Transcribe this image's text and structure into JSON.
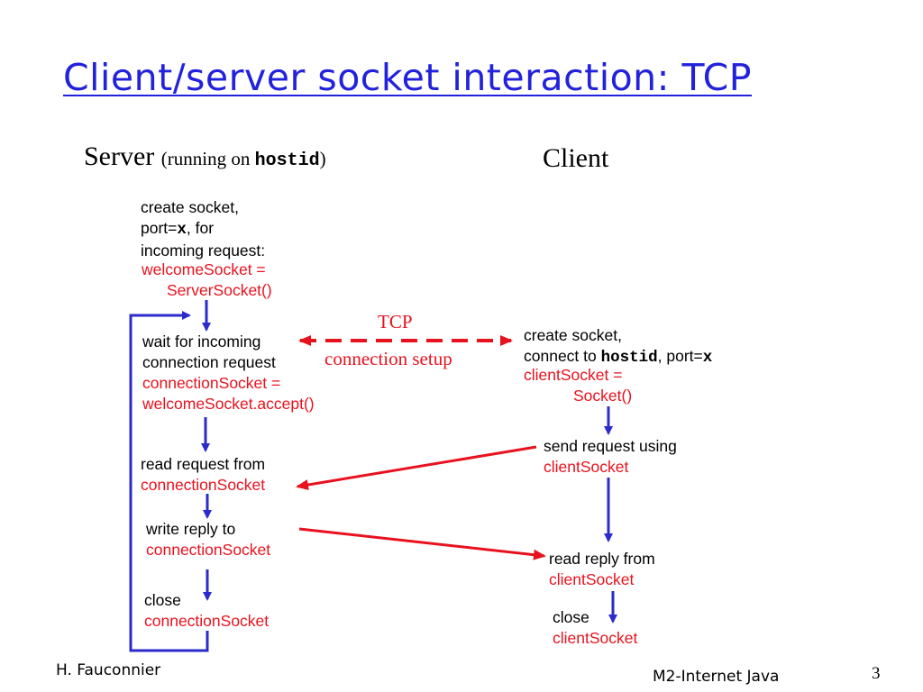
{
  "slide": {
    "title": "Client/server socket interaction: TCP",
    "page_number": "3"
  },
  "server": {
    "heading": "Server",
    "heading_note_prefix": "(running on ",
    "heading_note_host": "hostid",
    "heading_note_suffix": ")",
    "create": {
      "line1": "create socket,",
      "line2_prefix": "port=",
      "line2_var": "x",
      "line2_suffix": ", for",
      "line3": "incoming request:",
      "code1": "welcomeSocket =",
      "code2": "ServerSocket()"
    },
    "wait": {
      "line1": "wait for incoming",
      "line2": "connection request",
      "code1": "connectionSocket =",
      "code2": "welcomeSocket.accept()"
    },
    "read": {
      "line1": "read request from",
      "code1": "connectionSocket"
    },
    "write": {
      "line1": "write reply to",
      "code1": "connectionSocket"
    },
    "close": {
      "line1": "close",
      "code1": "connectionSocket"
    }
  },
  "client": {
    "heading": "Client",
    "create": {
      "line1": "create socket,",
      "line2_prefix": "connect to ",
      "line2_host": "hostid",
      "line2_mid": ", port=",
      "line2_var": "x",
      "code1": "clientSocket =",
      "code2": "Socket()"
    },
    "send": {
      "line1": "send request using",
      "code1": "clientSocket"
    },
    "read": {
      "line1": "read reply from",
      "code1": "clientSocket"
    },
    "close": {
      "line1": "close",
      "code1": "clientSocket"
    }
  },
  "connection": {
    "label1": "TCP",
    "label2": "connection setup"
  },
  "footer": {
    "author": "H. Fauconnier",
    "course": "M2-Internet Java"
  },
  "colors": {
    "title": "#2222dd",
    "flow_arrow": "#2b2bcc",
    "message_arrow": "#e8121e",
    "code_text": "#e8121e"
  }
}
